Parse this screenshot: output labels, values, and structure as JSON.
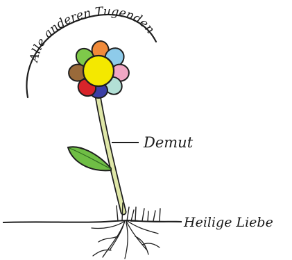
{
  "labels": {
    "arc_text": "Alle anderen Tugenden",
    "stem_label": "Demut",
    "root_label": "Heilige Liebe"
  },
  "petals": [
    {
      "name": "petal-green-top-left",
      "color": "#7ec94a"
    },
    {
      "name": "petal-orange-top",
      "color": "#f08a3a"
    },
    {
      "name": "petal-light-blue-top-right",
      "color": "#8ecbea"
    },
    {
      "name": "petal-pink-right",
      "color": "#f1a7c4"
    },
    {
      "name": "petal-mint-lower-right",
      "color": "#b3e0d6"
    },
    {
      "name": "petal-navy-bottom",
      "color": "#3b3fa5"
    },
    {
      "name": "petal-red-bottom-left",
      "color": "#d8242a"
    },
    {
      "name": "petal-brown-left",
      "color": "#9a6a3a"
    }
  ],
  "colors": {
    "center": "#f4e800",
    "stem": "#dfe7a8",
    "leaf": "#6fbe45",
    "ink": "#1e1e1e"
  }
}
